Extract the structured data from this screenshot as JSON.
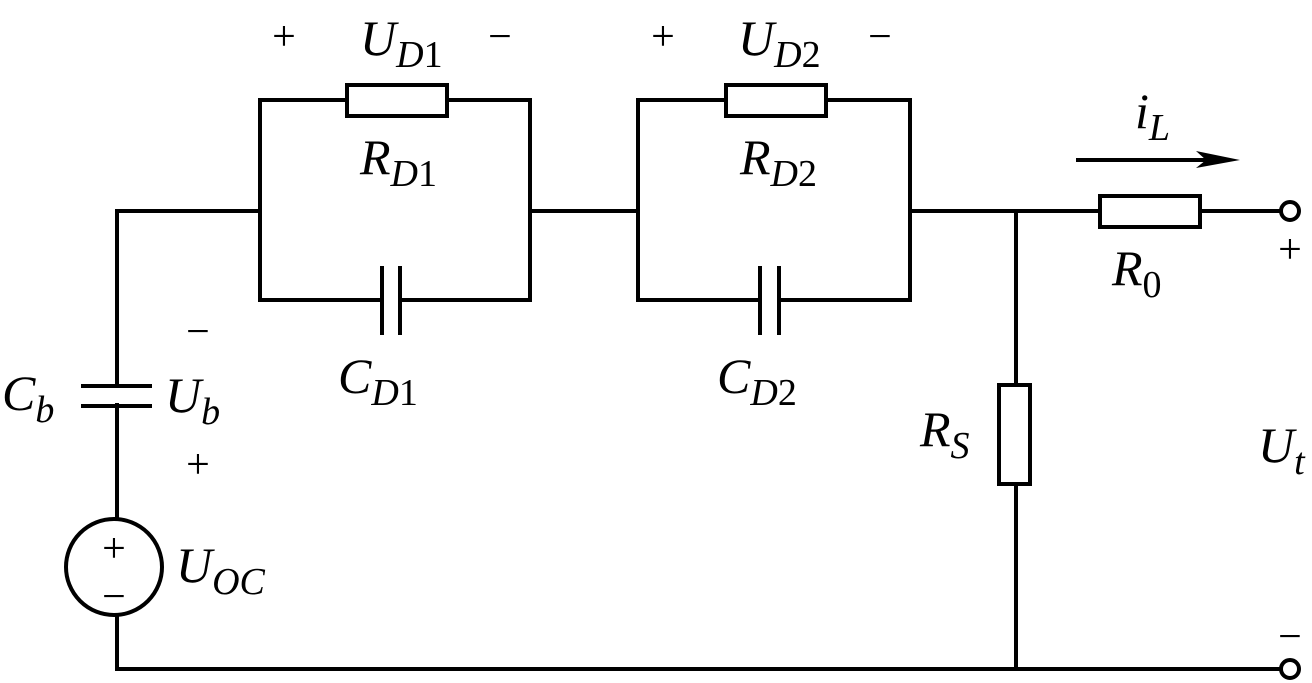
{
  "diagram": {
    "type": "circuit",
    "title": "Battery equivalent circuit model (dual RC)",
    "colors": {
      "line": "#000000",
      "background": "#ffffff"
    },
    "components": {
      "source": {
        "name": "U",
        "sub": "OC",
        "kind": "voltage-source",
        "plus": "+",
        "minus": "−"
      },
      "cb": {
        "name": "C",
        "sub": "b",
        "kind": "capacitor"
      },
      "ub": {
        "name": "U",
        "sub": "b",
        "plus": "+",
        "minus": "−"
      },
      "rd1": {
        "name": "R",
        "sub_letter": "D",
        "sub_num": "1",
        "kind": "resistor"
      },
      "cd1": {
        "name": "C",
        "sub_letter": "D",
        "sub_num": "1",
        "kind": "capacitor"
      },
      "ud1": {
        "name": "U",
        "sub_letter": "D",
        "sub_num": "1",
        "plus": "+",
        "minus": "−"
      },
      "rd2": {
        "name": "R",
        "sub_letter": "D",
        "sub_num": "2",
        "kind": "resistor"
      },
      "cd2": {
        "name": "C",
        "sub_letter": "D",
        "sub_num": "2",
        "kind": "capacitor"
      },
      "ud2": {
        "name": "U",
        "sub_letter": "D",
        "sub_num": "2",
        "plus": "+",
        "minus": "−"
      },
      "rs": {
        "name": "R",
        "sub": "S",
        "kind": "resistor"
      },
      "r0": {
        "name": "R",
        "sub": "0",
        "kind": "resistor"
      },
      "il": {
        "name": "i",
        "sub": "L",
        "kind": "current-arrow"
      },
      "ut": {
        "name": "U",
        "sub": "t",
        "plus": "+",
        "minus": "−"
      }
    }
  }
}
